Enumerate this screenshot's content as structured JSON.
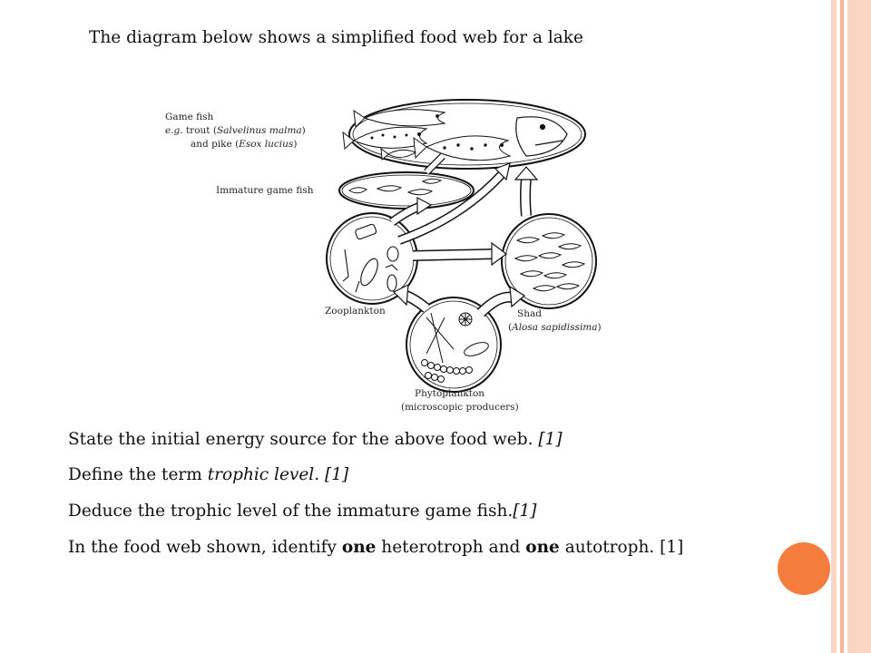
{
  "intro_text": "The diagram below shows a simplified food web for a lake",
  "diagram": {
    "game_fish": {
      "title": "Game fish",
      "eg": "e.g.",
      "line1_pre": " trout (",
      "line1_italic": "Salvelinus malma",
      "line1_post": ")",
      "line2_pre": "and pike (",
      "line2_italic": "Esox lucius",
      "line2_post": ")"
    },
    "immature_game_fish": "Immature game fish",
    "zooplankton": "Zooplankton",
    "shad": {
      "title": "Shad",
      "latin": "Alosa sapidissima",
      "paren_open": "(",
      "paren_close": ")"
    },
    "phytoplankton": {
      "title": "Phytoplankton",
      "subtitle": "(microscopic producers)"
    }
  },
  "questions": {
    "q1": {
      "text": "State the initial energy source for the above food web. ",
      "mark": "[1]"
    },
    "q2": {
      "text_pre": "Define the term ",
      "term": "trophic level",
      "text_post": ". ",
      "mark": "[1]"
    },
    "q3": {
      "text": "Deduce the trophic level of the immature game fish.",
      "mark": "[1]"
    },
    "q4": {
      "text_pre": "In the food web shown, identify ",
      "bold1": "one",
      "text_mid": " heterotroph and ",
      "bold2": "one",
      "text_post": " autotroph. [1]"
    }
  },
  "colors": {
    "stripe_light": "#fbd5c4",
    "stripe_mid": "#f7b79b",
    "orange_accent": "#f47c3c",
    "ink": "#111111"
  },
  "icons": {
    "decor": "orange-circle-icon"
  }
}
